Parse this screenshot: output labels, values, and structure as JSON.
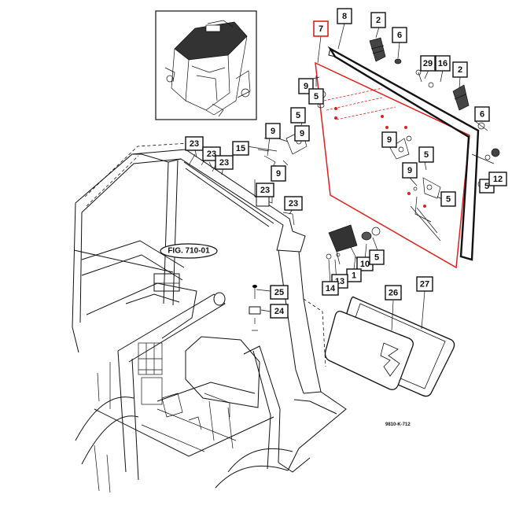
{
  "figure_reference": "FIG. 710-01",
  "drawing_code": "9810-K-712",
  "highlight_color": "#e0201a",
  "highlighted_part": "7",
  "callouts": [
    {
      "label": "7",
      "highlight": true
    },
    {
      "label": "8"
    },
    {
      "label": "2"
    },
    {
      "label": "6"
    },
    {
      "label": "29"
    },
    {
      "label": "16"
    },
    {
      "label": "2"
    },
    {
      "label": "9"
    },
    {
      "label": "5"
    },
    {
      "label": "9"
    },
    {
      "label": "9"
    },
    {
      "label": "5"
    },
    {
      "label": "6"
    },
    {
      "label": "15"
    },
    {
      "label": "23"
    },
    {
      "label": "23"
    },
    {
      "label": "23"
    },
    {
      "label": "9"
    },
    {
      "label": "9"
    },
    {
      "label": "5"
    },
    {
      "label": "9"
    },
    {
      "label": "5"
    },
    {
      "label": "5"
    },
    {
      "label": "12"
    },
    {
      "label": "23"
    },
    {
      "label": "23"
    },
    {
      "label": "10"
    },
    {
      "label": "5"
    },
    {
      "label": "1"
    },
    {
      "label": "13"
    },
    {
      "label": "14"
    },
    {
      "label": "25"
    },
    {
      "label": "24"
    },
    {
      "label": "26"
    },
    {
      "label": "27"
    }
  ]
}
